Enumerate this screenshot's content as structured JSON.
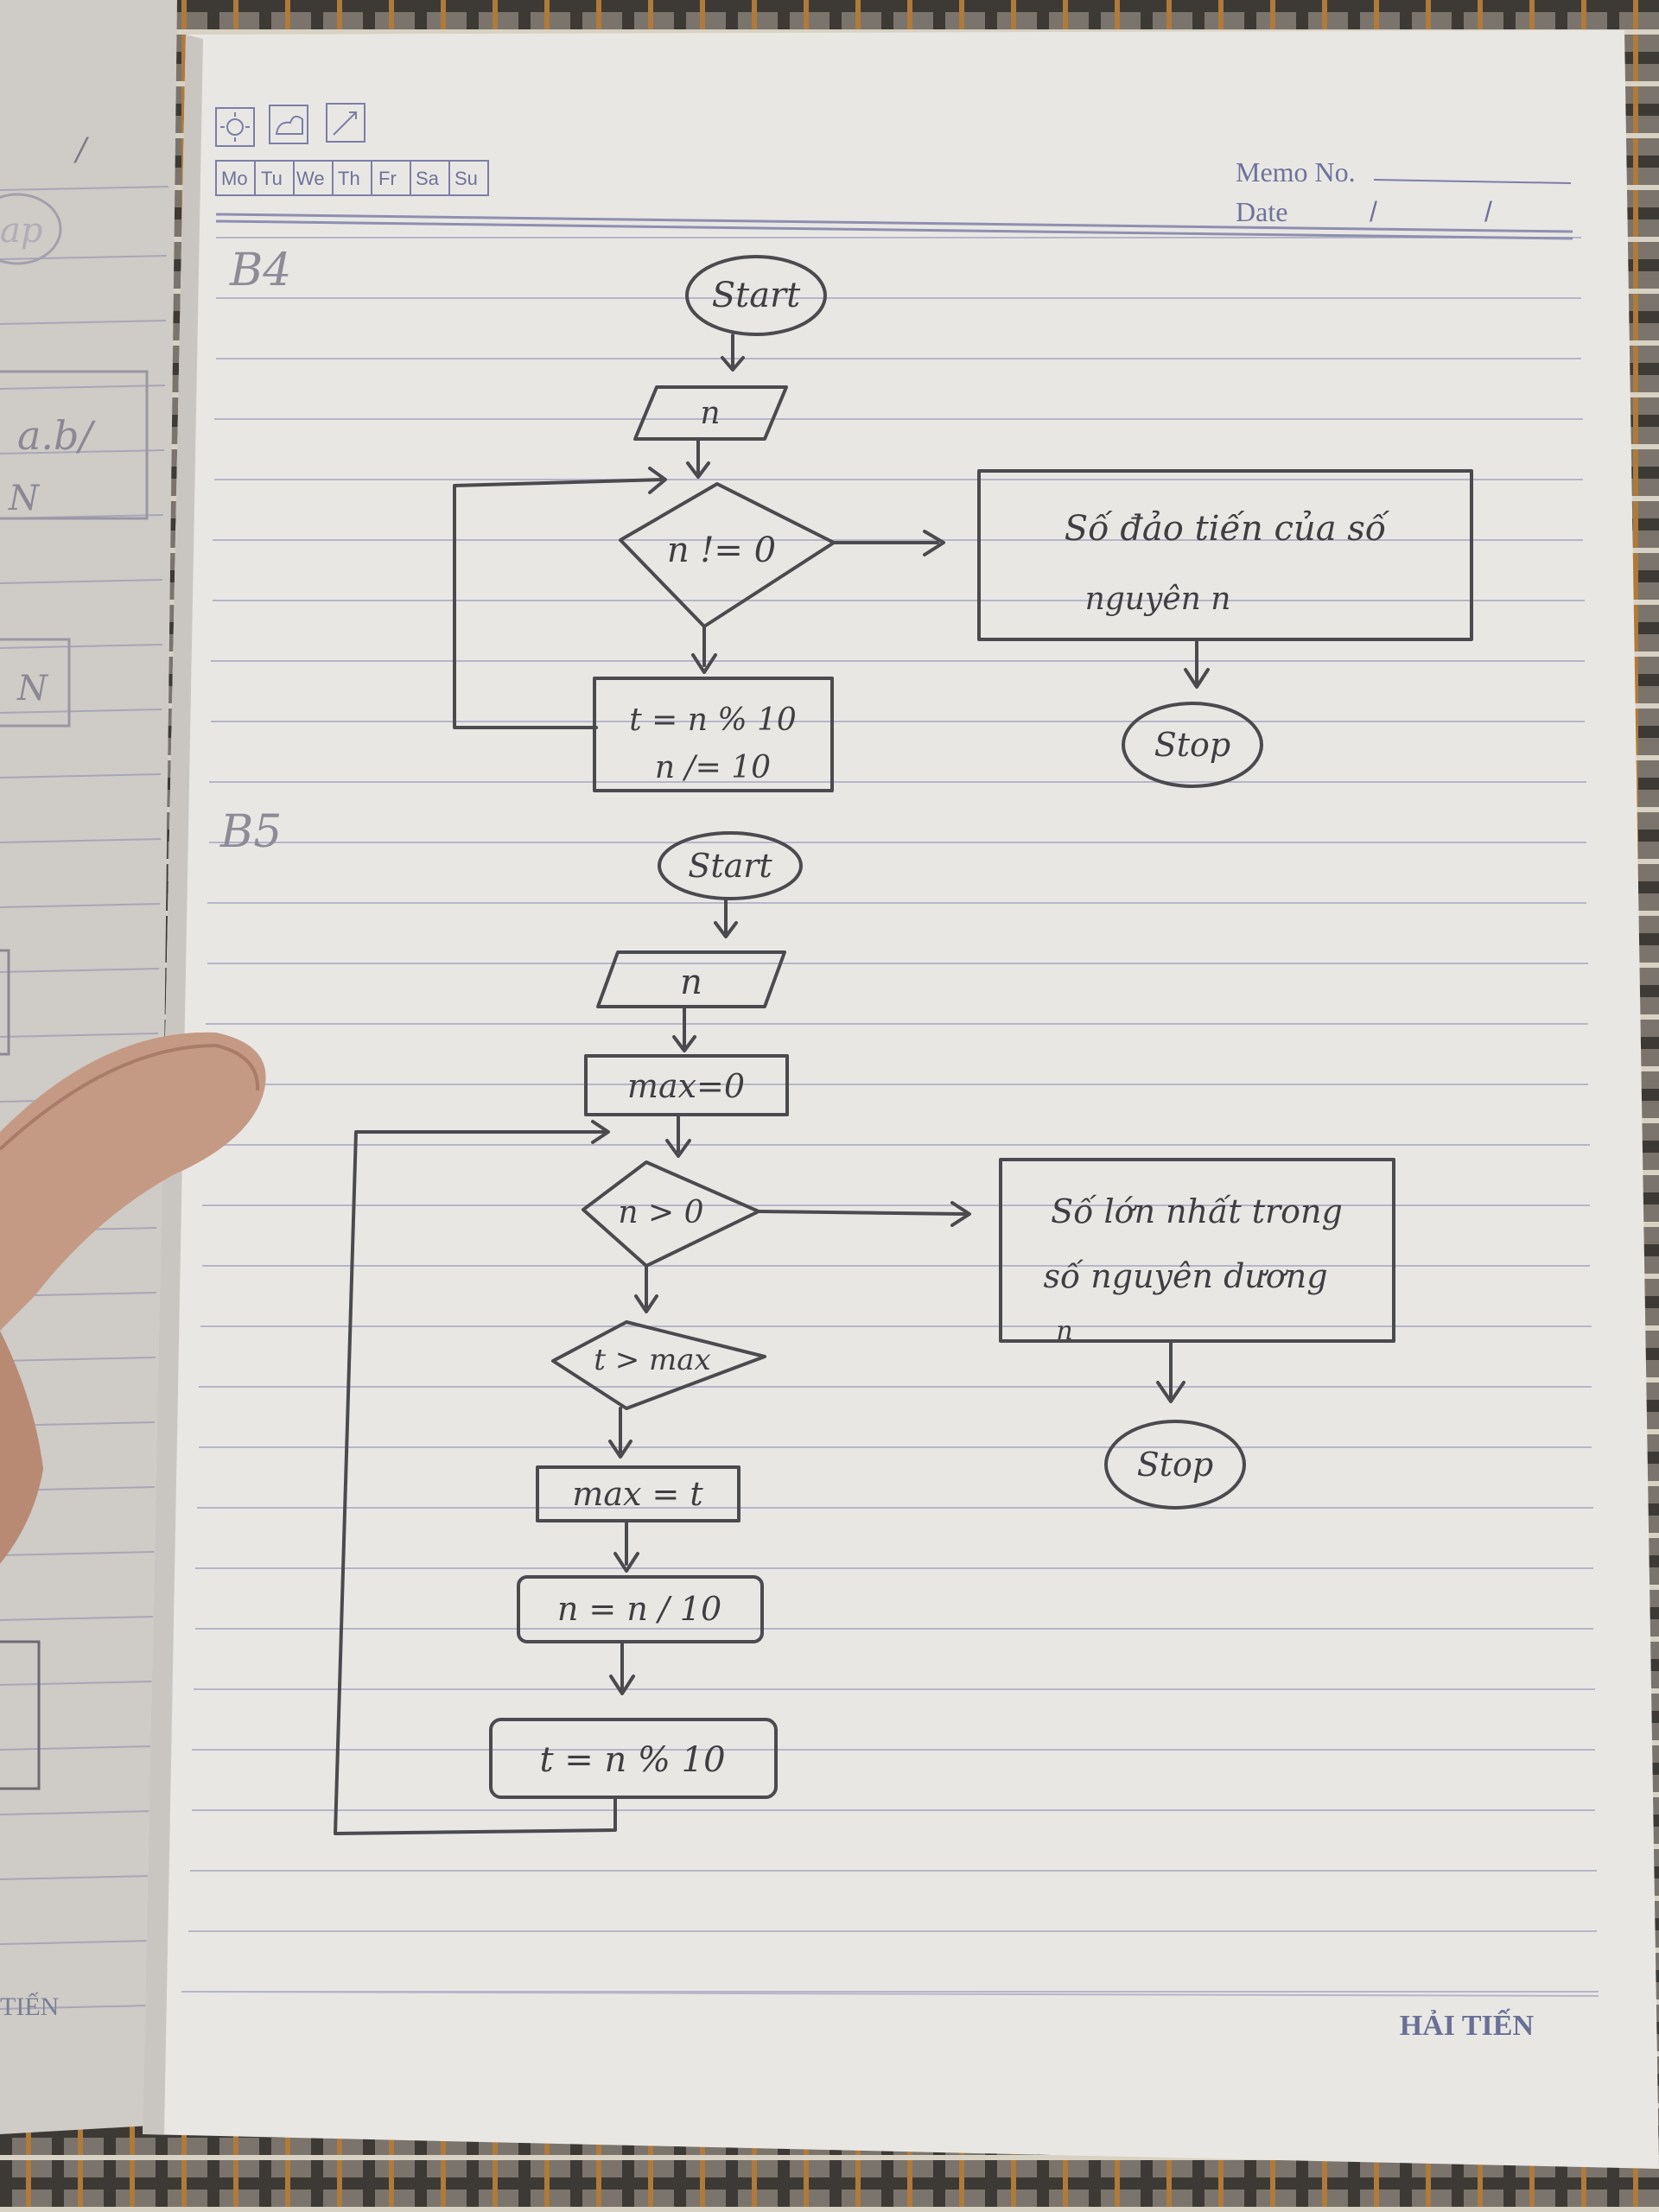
{
  "header": {
    "days": [
      "Mo",
      "Tu",
      "We",
      "Th",
      "Fr",
      "Sa",
      "Su"
    ],
    "memo_label": "Memo No.",
    "date_label": "Date",
    "date_sep1": "/",
    "date_sep2": "/",
    "icons": [
      "sun-icon",
      "cloud-sun-icon",
      "rain-icon"
    ]
  },
  "footer": {
    "brand": "HẢI TIẾN",
    "left_brand": "TIẾN"
  },
  "left_page": {
    "texts": [
      "/",
      "a.b/",
      "N",
      "N",
      "ap"
    ]
  },
  "section_b4": {
    "label": "B4",
    "start": "Start",
    "input": "n",
    "condition": "n != 0",
    "process_line1": "t = n % 10",
    "process_line2": "n /= 10",
    "output_line1": "Số đảo tiến của số",
    "output_line2": "nguyên n",
    "stop": "Stop"
  },
  "section_b5": {
    "label": "B5",
    "start": "Start",
    "input": "n",
    "init": "max=0",
    "condition": "n > 0",
    "compare": "t > max",
    "assign": "max = t",
    "divide": "n = n / 10",
    "mod": "t = n % 10",
    "output_line1": "Số lớn nhất trong",
    "output_line2": "số nguyên dương",
    "output_line3": "n",
    "stop": "Stop"
  }
}
